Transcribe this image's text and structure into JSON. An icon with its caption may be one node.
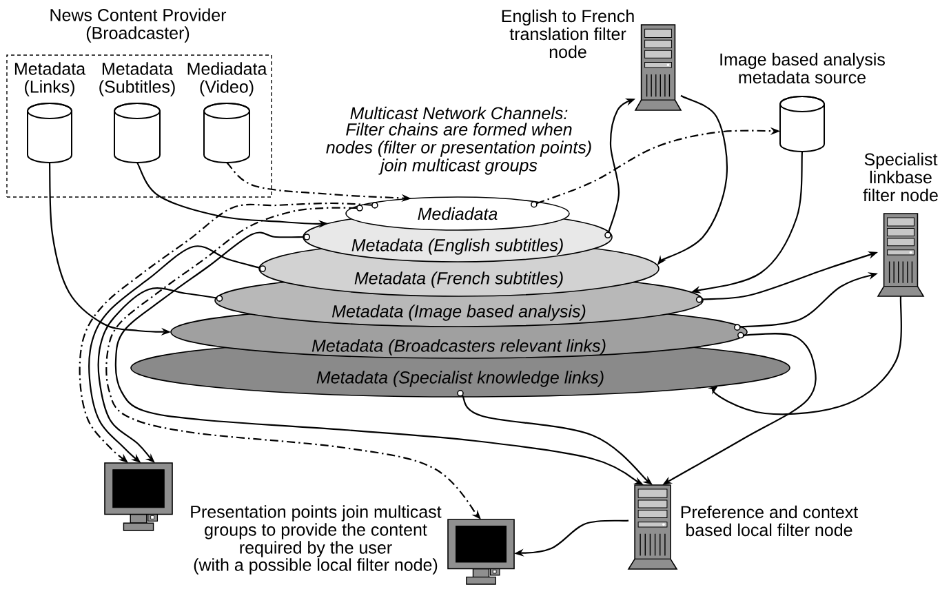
{
  "diagram": {
    "nodes": [
      {
        "text": [
          "News Content Provider (Broadcaster)"
        ]
      },
      {
        "text": [
          "Metadata (Links)"
        ],
        "in": 0
      },
      {
        "text": [
          "Metadata (Subtitles)"
        ],
        "in": 0
      },
      {
        "text": [
          "Mediadata (Video)"
        ],
        "in": 0
      },
      {
        "text": [
          "English to French translation filter node"
        ]
      },
      {
        "text": [
          "Image based analysis metadata source"
        ]
      },
      {
        "text": [
          "Specialist linkbase filter node"
        ]
      },
      {
        "text": [
          "Mediadata"
        ]
      },
      {
        "text": [
          "Metadata (English subtitles)"
        ]
      },
      {
        "text": [
          "Metadata (French subtitles)"
        ]
      },
      {
        "text": [
          "Metadata (Image based analysis)"
        ]
      },
      {
        "text": [
          "Metadata (Broadcasters relevant links)"
        ]
      },
      {
        "text": [
          "Metadata (Specialist knowledge links)"
        ]
      },
      {
        "text": [],
        "shape": "monitor"
      },
      {
        "text": [
          "Preference and context based local filter node"
        ]
      },
      {
        "text": [],
        "shape": "monitor"
      },
      {
        "text": [],
        "shape": "circle",
        "in": 10
      },
      {
        "text": [],
        "shape": "circle",
        "in": 9
      },
      {
        "text": [],
        "shape": "circle",
        "in": 8
      },
      {
        "text": [],
        "shape": "circle",
        "in": 7
      },
      {
        "text": [],
        "shape": "circle",
        "in": 7
      },
      {
        "text": [],
        "shape": "circle",
        "in": 12
      },
      {
        "text": [],
        "shape": "circle",
        "in": 7
      },
      {
        "text": [],
        "shape": "circle",
        "in": 8
      },
      {
        "text": [],
        "shape": "circle",
        "in": 10
      },
      {
        "text": [],
        "shape": "circle",
        "in": 11
      },
      {
        "text": [],
        "shape": "circle",
        "in": 11
      }
    ],
    "edges": [
      {
        "from": 1,
        "to": 11,
        "arrow": "to"
      },
      {
        "from": 2,
        "to": 8,
        "arrow": "to"
      },
      {
        "from": 3,
        "to": 7,
        "arrow": "to",
        "style": "dashed"
      },
      {
        "from": 22,
        "to": 5,
        "arrow": "to",
        "style": "dashed"
      },
      {
        "from": 23,
        "to": 4,
        "arrow": "to"
      },
      {
        "from": 4,
        "to": 9,
        "arrow": "to"
      },
      {
        "from": 5,
        "to": 10,
        "arrow": "to"
      },
      {
        "from": 24,
        "to": 6,
        "arrow": "to"
      },
      {
        "from": 25,
        "to": 6,
        "arrow": "to"
      },
      {
        "from": 6,
        "to": 12,
        "arrow": "to"
      },
      {
        "from": 17,
        "to": 13,
        "arrow": "to"
      },
      {
        "from": 20,
        "to": 13,
        "arrow": "to",
        "style": "dashed"
      },
      {
        "from": 16,
        "to": 13,
        "arrow": "to"
      },
      {
        "from": 21,
        "to": 14,
        "arrow": "to"
      },
      {
        "from": 18,
        "to": 14,
        "arrow": "to"
      },
      {
        "from": 26,
        "to": 14,
        "arrow": "to"
      },
      {
        "from": 19,
        "to": 15,
        "arrow": "to",
        "style": "dashed"
      },
      {
        "from": 14,
        "to": 15,
        "arrow": "to"
      }
    ],
    "labels": [
      "Multicast Network Channels:",
      "Filter chains are formed when nodes (filter or presentation points) join multicast groups",
      "Presentation points join multicast groups to provide the content required by the user",
      "(with a possible local filter node)"
    ]
  }
}
